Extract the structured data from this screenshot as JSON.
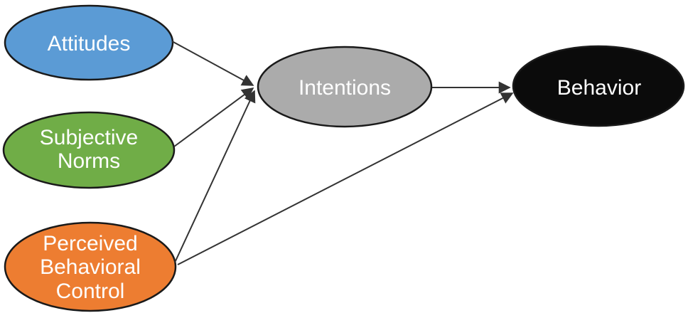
{
  "background_color": "#ffffff",
  "arrow_color": "#333333",
  "node_border_color": "#1a1a1a",
  "text_color": "#fefefe",
  "nodes": {
    "attitudes": {
      "label": "Attitudes",
      "fill": "#5b9bd5",
      "lines": [
        "Attitudes"
      ]
    },
    "subjective_norms": {
      "label": "Subjective Norms",
      "fill": "#70ad47",
      "lines": [
        "Subjective",
        "Norms"
      ]
    },
    "perceived_behavioral_control": {
      "label": "Perceived Behavioral Control",
      "lines": [
        "Perceived",
        "Behavioral",
        "Control"
      ],
      "fill": "#ed7d31"
    },
    "intentions": {
      "label": "Intentions",
      "fill": "#ababab",
      "lines": [
        "Intentions"
      ]
    },
    "behavior": {
      "label": "Behavior",
      "fill": "#0b0b0b",
      "lines": [
        "Behavior"
      ]
    }
  },
  "edges": [
    {
      "name": "attitudes-to-intentions"
    },
    {
      "name": "subjective-norms-to-intentions"
    },
    {
      "name": "perceived-behavioral-control-to-intentions"
    },
    {
      "name": "perceived-behavioral-control-to-behavior"
    },
    {
      "name": "intentions-to-behavior"
    }
  ]
}
